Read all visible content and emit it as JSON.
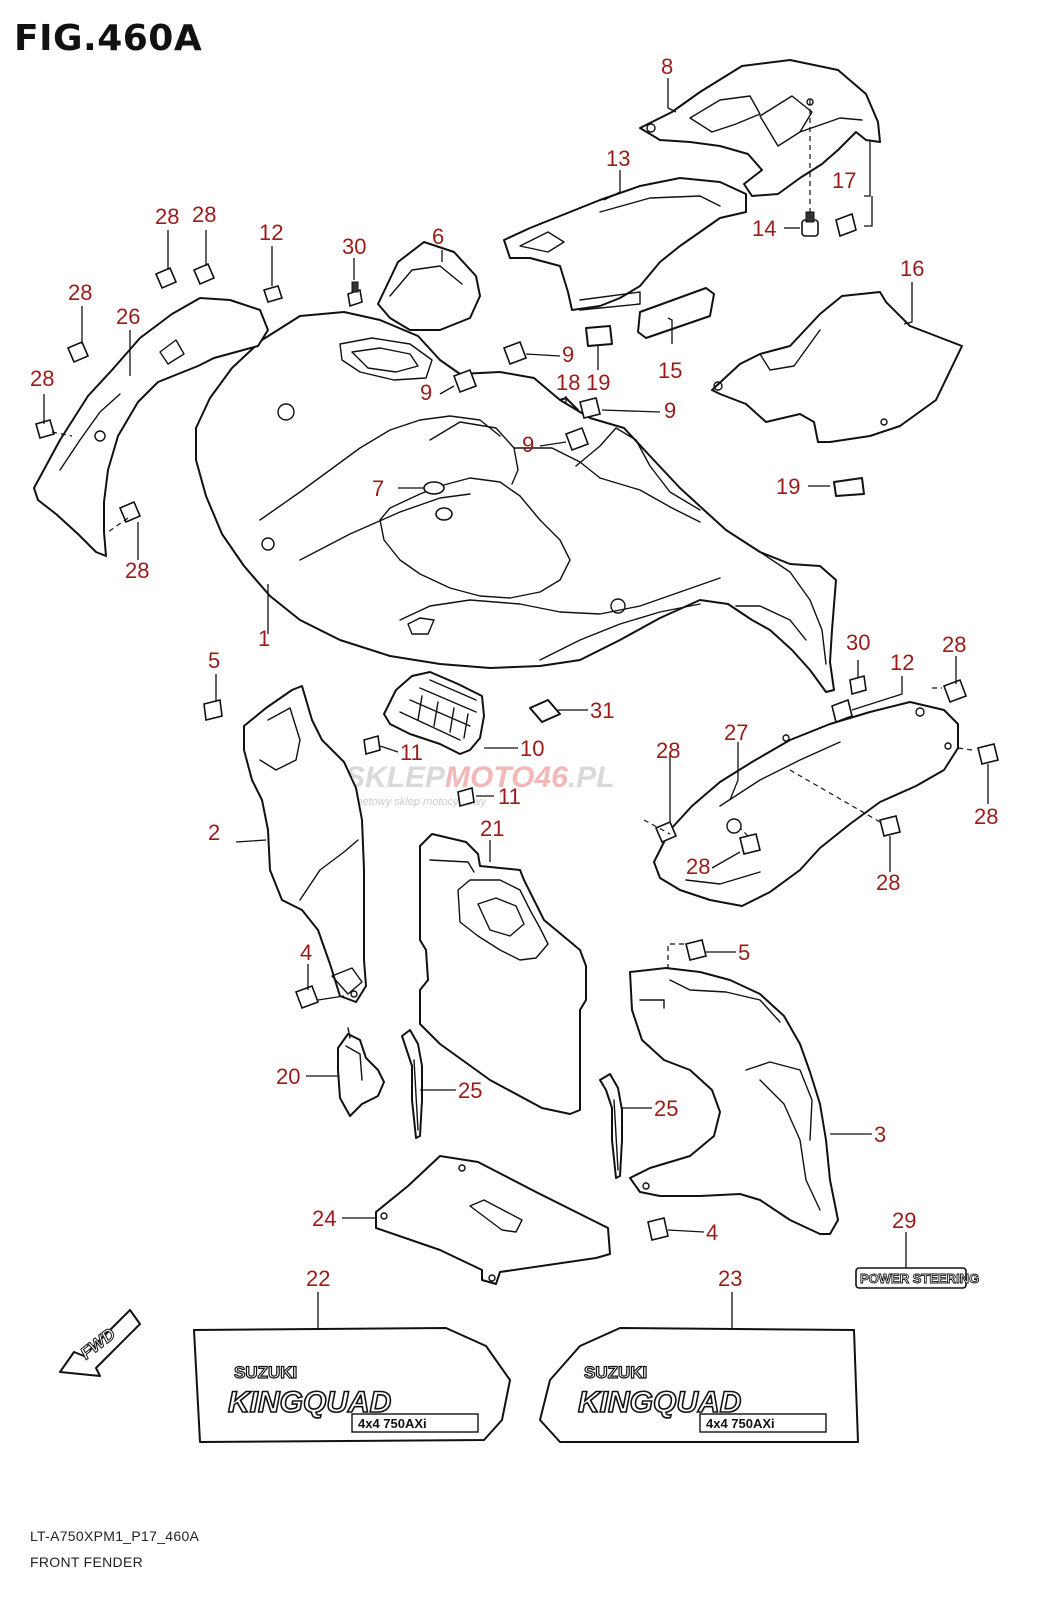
{
  "figure": {
    "title": "FIG.460A",
    "model_code": "LT-A750XPM1_P17_460A",
    "name": "FRONT FENDER"
  },
  "callouts": {
    "c1": "1",
    "c2": "2",
    "c3": "3",
    "c4a": "4",
    "c4b": "4",
    "c5a": "5",
    "c5b": "5",
    "c6": "6",
    "c7": "7",
    "c8": "8",
    "c9a": "9",
    "c9b": "9",
    "c9c": "9",
    "c9d": "9",
    "c10": "10",
    "c11a": "11",
    "c11b": "11",
    "c12a": "12",
    "c12b": "12",
    "c13": "13",
    "c14": "14",
    "c15": "15",
    "c16": "16",
    "c17": "17",
    "c18": "18",
    "c19a": "19",
    "c19b": "19",
    "c20": "20",
    "c21": "21",
    "c22": "22",
    "c23": "23",
    "c24": "24",
    "c25a": "25",
    "c25b": "25",
    "c26": "26",
    "c27": "27",
    "c28a": "28",
    "c28b": "28",
    "c28c": "28",
    "c28d": "28",
    "c28e": "28",
    "c28f": "28",
    "c28g": "28",
    "c28h": "28",
    "c28i": "28",
    "c28j": "28",
    "c29": "29",
    "c30a": "30",
    "c30b": "30",
    "c31": "31"
  },
  "decals": {
    "brand": "SUZUKI",
    "model": "KINGQUAD",
    "badge": "4x4 750AXi",
    "power_steering": "POWER STEERING",
    "fwd": "FWD"
  },
  "watermark": {
    "main": "SKLEP",
    "accent": "MOTO46",
    "suffix": ".PL",
    "tagline": "internetowy sklep motocyklowy"
  },
  "colors": {
    "callout": "#9b1b1b",
    "line": "#111111",
    "background": "#ffffff"
  }
}
